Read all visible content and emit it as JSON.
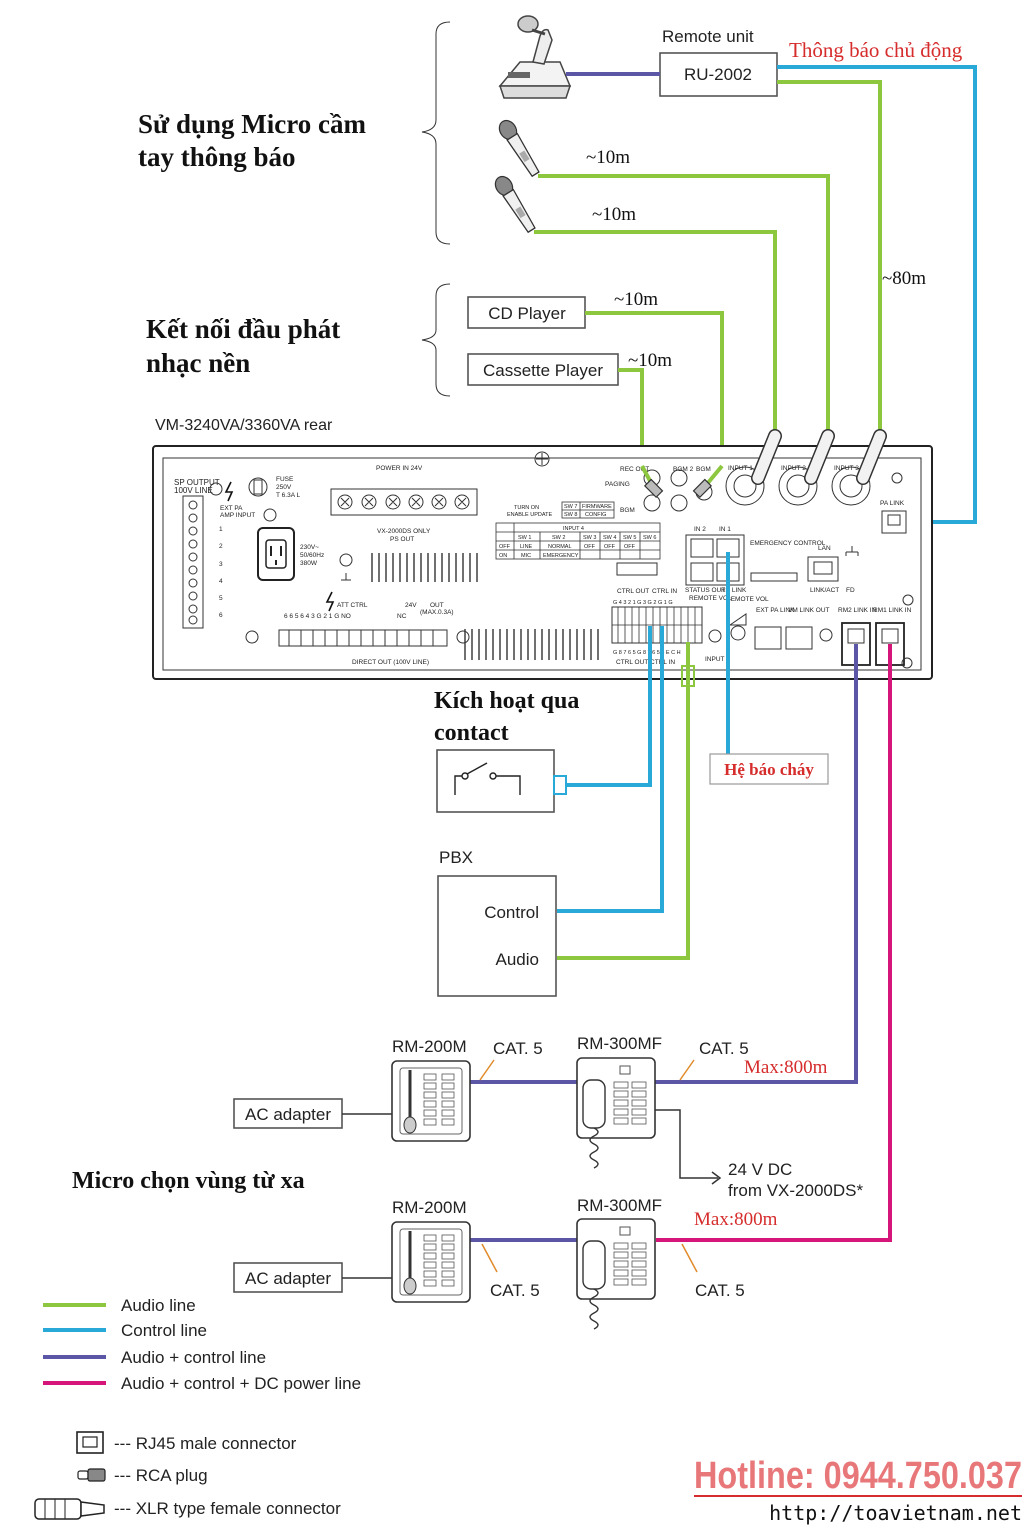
{
  "sections": {
    "handheld_mic": [
      "Sử dụng Micro cầm",
      "tay thông báo"
    ],
    "bgm": [
      "Kết nối đầu phát",
      "nhạc nền"
    ],
    "contact": [
      "Kích hoạt qua",
      "contact"
    ],
    "remote_mic": "Micro chọn vùng từ xa"
  },
  "devices": {
    "remote_unit_title": "Remote unit",
    "remote_unit_model": "RU-2002",
    "cd_player": "CD Player",
    "cassette_player": "Cassette Player",
    "amp_title": "VM-3240VA/3360VA rear",
    "pbx_title": "PBX",
    "pbx_control": "Control",
    "pbx_audio": "Audio",
    "fire_alarm": "Hệ báo cháy",
    "rm200": "RM-200M",
    "rm300": "RM-300MF",
    "ac_adapter": "AC adapter",
    "power_note_1": "24 V DC",
    "power_note_2": "from VX-2000DS*"
  },
  "annotations": {
    "active_announce": "Thông báo chủ động",
    "dist_10m": "~10m",
    "dist_80m": "~80m",
    "cat5": "CAT. 5",
    "max_800m": "Max:800m"
  },
  "panel_labels": {
    "sp_output": "SP OUTPUT",
    "line_100v": "100V LINE",
    "ext_pa": "EXT PA",
    "amp_input": "AMP INPUT",
    "fuse": "FUSE",
    "fuse_rating": "250V",
    "fuse_amp": "T 6.3A L",
    "power_in": "POWER IN 24V",
    "ps_out_note": "VX-2000DS ONLY",
    "ps_out": "PS OUT",
    "ac_rating_1": "230V~",
    "ac_rating_2": "50/60Hz",
    "ac_rating_3": "380W",
    "att_ctrl": "ATT CTRL",
    "att_terminals": "6 6 5 6 4 3 G 2 1 G NO",
    "nc_label": "NC",
    "out_24v": "24V",
    "out_label": "OUT",
    "out_max": "(MAX.0.3A)",
    "direct_out": "DIRECT OUT (100V LINE)",
    "turn_on": "TURN ON",
    "enable_update": "ENABLE UPDATE",
    "sw7": "SW 7",
    "sw8": "SW 8",
    "firmware": "FIRMWARE",
    "config": "CONFIG",
    "input4": "INPUT 4",
    "sw_headers": [
      "SW 1",
      "SW 2",
      "SW 3",
      "SW 4",
      "SW 5",
      "SW 6"
    ],
    "row_off": [
      "OFF",
      "LINE",
      "NORMAL",
      "OFF",
      "OFF",
      "OFF"
    ],
    "row_on": [
      "ON",
      "MIC",
      "EMERGENCY",
      "",
      "",
      ""
    ],
    "rec_out": "REC OUT",
    "bgm2": "BGM 2",
    "bgm": "BGM",
    "paging": "PAGING",
    "input_1": "INPUT 1",
    "input_2": "INPUT 2",
    "input_3": "INPUT 3",
    "pa_link": "PA LINK",
    "in2": "IN 2",
    "in1": "IN 1",
    "emergency_control": "EMERGENCY CONTROL",
    "status_out": "STATUS OUT",
    "rs_link": "RS LINK",
    "remote_vol": "REMOTE VOL",
    "lan": "LAN",
    "link_act": "LINK/ACT",
    "fd": "FD",
    "ctrl_out": "CTRL OUT",
    "ctrl_in": "CTRL IN",
    "ext_pa_link": "EXT PA LINK",
    "vm_link_out": "VM LINK OUT",
    "rm2_link_in": "RM2 LINK IN",
    "rm1_link_in": "RM1 LINK IN",
    "input4_label": "INPUT 4",
    "ctrl_terms_top": "G 4 3 2 1 G 3 G 2 G 1 G",
    "ctrl_terms_bottom": "G 8 7 6 5 G 8 7 6 5 4 E C H"
  },
  "legend": [
    {
      "label": "Audio line",
      "color": "#8dc63f",
      "kind": "line"
    },
    {
      "label": "Control line",
      "color": "#29a9d8",
      "kind": "line"
    },
    {
      "label": "Audio + control line",
      "color": "#5b56a6",
      "kind": "line"
    },
    {
      "label": "Audio + control + DC power line",
      "color": "#d6157b",
      "kind": "line"
    },
    {
      "label": "--- RJ45 male connector",
      "kind": "rj45"
    },
    {
      "label": "--- RCA plug",
      "kind": "rca"
    },
    {
      "label": "--- XLR type female connector",
      "kind": "xlr"
    }
  ],
  "footer": {
    "hotline": "Hotline: 0944.750.037",
    "url": "http://toavietnam.net",
    "hotline_color": "#e8777a"
  }
}
